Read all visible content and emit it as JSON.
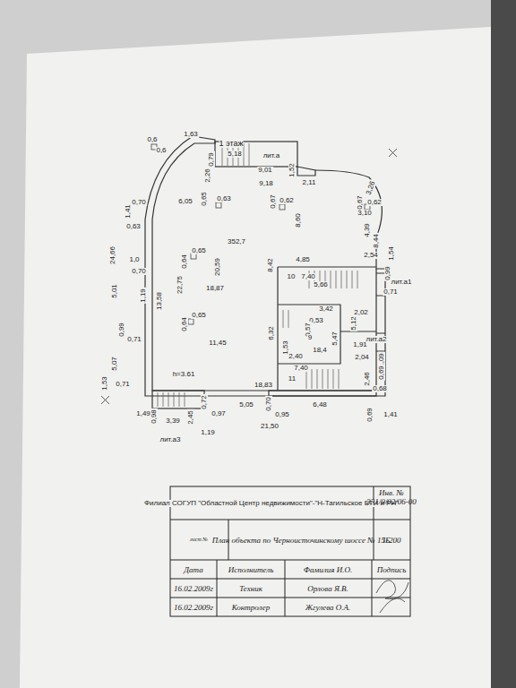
{
  "diagram": {
    "title": "1 этаж",
    "labels": [
      "0,6",
      "0,6",
      "1,63",
      "5,18",
      "лит.а",
      "0,79",
      "2,26",
      "9,01",
      "1,52",
      "9,18",
      "2,11",
      "3,26",
      "0,70",
      "6,05",
      "0,65",
      "0,63",
      "0,67",
      "0,62",
      "0,67",
      "0,62",
      "3,10",
      "1,41",
      "0,63",
      "8,60",
      "352,7",
      "24,66",
      "4,39",
      "8,44",
      "1,54",
      "2,54",
      "4,85",
      "0,65",
      "0,64",
      "8,42",
      "20,59",
      "1,0",
      "0,70",
      "10",
      "7,40",
      "5,66",
      "0,99",
      "лит.а1",
      "0,71",
      "22,75",
      "18,87",
      "5,01",
      "1,19",
      "13,58",
      "3,42",
      "2,02",
      "0,53",
      "0,57",
      "5,12",
      "0,99",
      "0,71",
      "0,65",
      "0,64",
      "6,32",
      "5,47",
      "9",
      "18,4",
      "лит.а2",
      "1,91",
      "11,45",
      "5,07",
      "1,53",
      "2,40",
      "2,04",
      "7,40",
      "1,09",
      "0,69",
      "11",
      "h=3.61",
      "0,71",
      "18,83",
      "2,46",
      "0,68",
      "1,53",
      "1,49",
      "0,98",
      "3,39",
      "2,45",
      "0,72",
      "0,97",
      "5,05",
      "0,70",
      "0,95",
      "6,48",
      "0,69",
      "1,41",
      "21,50",
      "лит.а3",
      "1,19",
      "Филиал СОГУП \"Областной Центр недвижимости\"-\"Н-Тагильское БТИ и РН\"",
      "Инв. №",
      "331/0/02/06-00",
      "лист №",
      "План объекта по Черноисточинскому шоссе № 15Б",
      "1:200",
      "Дата",
      "Исполнитель",
      "Фамилия И.О.",
      "Подпись",
      "16.02.2009г",
      "Техник",
      "Орлова Я.В.",
      "16.02.2009г",
      "Контролер",
      "Жгулева О.А."
    ]
  }
}
